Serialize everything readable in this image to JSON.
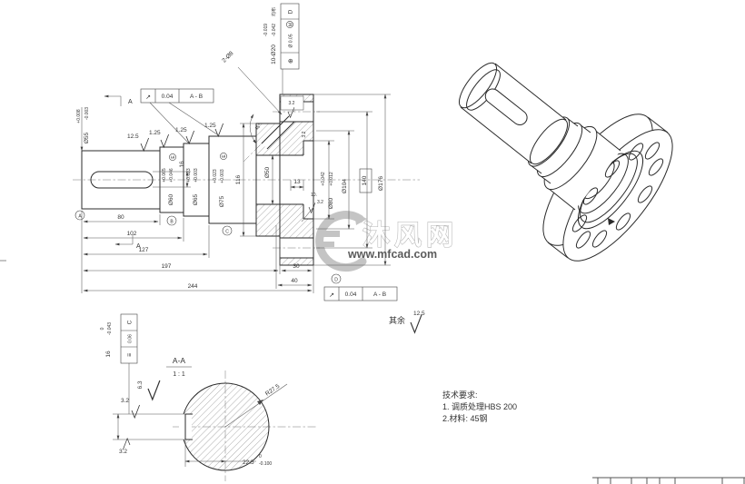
{
  "watermark": {
    "brand": "沐风网",
    "url": "www.mfcad.com"
  },
  "tech_requirements": {
    "title": "技术要求:",
    "item1": "1. 调质处理HBS 200",
    "item2": "2.材料: 45钢"
  },
  "general_roughness": {
    "prefix": "其余",
    "value": "12.5"
  },
  "front_view": {
    "view_arrow_label": "A",
    "runout_frame": {
      "symbol": "↗",
      "tolerance": "0.04",
      "datums": "A - B"
    },
    "position_frame": {
      "symbol": "⊕",
      "tolerance": "Ø 0.05",
      "modifier": "M",
      "datum": "D"
    },
    "hole_pattern": {
      "callout": "10-Ø20",
      "upper_tol": "-0.019",
      "lower_tol": "-0.042",
      "note": "均布"
    },
    "oblique_hole_callout": "2-Ø8",
    "oblique_hole_angle": "45°",
    "dia55": {
      "nominal": "Ø55",
      "upper": "+0.008",
      "lower": "-0.003"
    },
    "dia60": {
      "nominal": "Ø60",
      "upper": "+0.065",
      "lower": "+0.046",
      "modifier": "E"
    },
    "dia65": {
      "nominal": "Ø65",
      "upper": "+0.023",
      "lower": "+0.003"
    },
    "dia75": {
      "nominal": "Ø75",
      "upper": "+0.023",
      "lower": "+0.003",
      "modifier": "E"
    },
    "dia80": {
      "nominal": "Ø80",
      "upper": "+0.042",
      "lower": "+0.012"
    },
    "dia50": "Ø50",
    "dia104": "Ø104",
    "dia176": "Ø176",
    "bolt_circle": "140",
    "hub_dia": "116",
    "keyway_width": "16",
    "bore_step": "13",
    "recess_depth": "10.",
    "lengths": {
      "l80": "80",
      "l102": "102",
      "l127": "127",
      "l197": "197",
      "l244": "244",
      "l30": "30",
      "l40": "40"
    },
    "roughness": {
      "r125": "12.5",
      "r1_25": "1.25",
      "r3_2": "3.2"
    },
    "datums": {
      "a": "A",
      "b": "B",
      "c": "C",
      "d": "D"
    }
  },
  "section_view": {
    "label": "A-A",
    "scale": "1 : 1",
    "radius": "R27.5",
    "keyway_width": {
      "nominal": "16",
      "upper": "0",
      "lower": "-0.043"
    },
    "keyway_depth": {
      "nominal": "22.5",
      "upper": "0",
      "lower": "-0.100"
    },
    "symmetry_frame": {
      "symbol": "≡",
      "tolerance": "0.06",
      "datum": "C"
    },
    "roughness": {
      "r6_3": "6.3",
      "r3_2": "3.2"
    }
  }
}
